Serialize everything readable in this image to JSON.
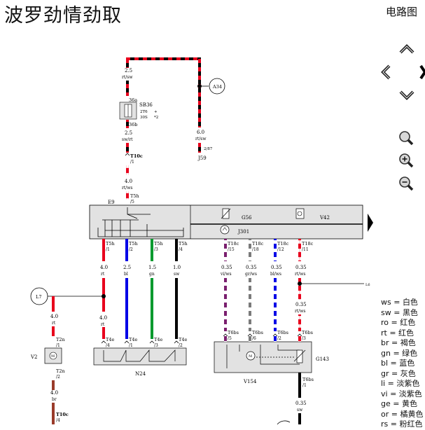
{
  "header": {
    "title": "波罗劲情劲取",
    "subtitle": "电路图"
  },
  "diagram": {
    "fuse_label": "SB36",
    "fuse_pin_a": "36a",
    "fuse_pin_b": "36b",
    "fuse_note1": "2T6",
    "fuse_note2": "30S",
    "fuse_note_suffix1": "+",
    "fuse_note_suffix2": "*2",
    "wire_top_size": "2.5",
    "wire_top_color": "rt/sw",
    "wire_fuse_size": "2.5",
    "wire_fuse_color": "sw/rt",
    "conn_t10c": "T10c",
    "conn_t10c_pin": "/1",
    "wire_40_size": "4.0",
    "wire_40_color": "rt/ws",
    "node_a34": "A34",
    "wire_j59_size": "6.0",
    "wire_j59_color": "rt/sw",
    "j59_note": "2/87",
    "j59": "J59",
    "e9": "E9",
    "t5h_top": "T5h",
    "t5h_top_pin": "/5",
    "g56": "G56",
    "v42": "V42",
    "j301": "J301",
    "pins_t5h": [
      {
        "label": "T5h",
        "pin": "/1",
        "size": "4.0",
        "color": "rt"
      },
      {
        "label": "T5h",
        "pin": "/2",
        "size": "2.5",
        "color": "bl"
      },
      {
        "label": "T5h",
        "pin": "/3",
        "size": "1.5",
        "color": "gn"
      },
      {
        "label": "T5h",
        "pin": "/4",
        "size": "1.0",
        "color": "sw"
      }
    ],
    "pins_t18c": [
      {
        "label": "T18c",
        "pin": "/15",
        "size": "0.35",
        "color": "vi/ws"
      },
      {
        "label": "T18c",
        "pin": "/18",
        "size": "0.35",
        "color": "gr/ws"
      },
      {
        "label": "T18c",
        "pin": "/12",
        "size": "0.35",
        "color": "bl/ws"
      },
      {
        "label": "T18c",
        "pin": "/11",
        "size": "0.35",
        "color": "rt/ws"
      }
    ],
    "l7": "L7",
    "l6": "L6",
    "wire_l7_size": "4.0",
    "wire_l7_color": "rt",
    "wire_mid_size": "4.0",
    "wire_mid_color": "rt",
    "wire_g143_size": "0.35",
    "wire_g143_color": "rt/ws",
    "t2n_top": "T2n",
    "t2n_top_pin": "/1",
    "t2n_bot": "T2n",
    "t2n_bot_pin": "/2",
    "v2": "V2",
    "wire_v2_size": "4.0",
    "wire_v2_color": "br",
    "t10c_bottom": "T10c",
    "t10c_bottom_pin": "/4",
    "t4e": [
      {
        "label": "T4e",
        "pin": "/4"
      },
      {
        "label": "T4e",
        "pin": "/1"
      },
      {
        "label": "T4e",
        "pin": "/3"
      },
      {
        "label": "T4e",
        "pin": "/2"
      }
    ],
    "n24": "N24",
    "t6bs": [
      {
        "label": "T6bs",
        "pin": "/5"
      },
      {
        "label": "T6bs",
        "pin": "/6"
      },
      {
        "label": "T6bs",
        "pin": "/2"
      },
      {
        "label": "T6bs",
        "pin": "/3"
      }
    ],
    "v154": "V154",
    "g143": "G143",
    "t6bs_bottom": "T6bs",
    "t6bs_bottom_pin": "/1",
    "wire_bottom_size": "0.35",
    "wire_bottom_color": "sw"
  },
  "legend": [
    "ws = 白色",
    "sw = 黑色",
    "ro = 红色",
    "rt = 红色",
    "br = 褐色",
    "gn = 绿色",
    "bl = 蓝色",
    "gr = 灰色",
    "li = 淡紫色",
    "vi = 淡紫色",
    "ge = 黄色",
    "or = 橘黄色",
    "rs = 粉红色"
  ],
  "colors": {
    "red": "#e8001c",
    "black": "#000000",
    "blue": "#0000e6",
    "green": "#009a2e",
    "violet": "#7a1f6e",
    "gray": "#8a8a8a",
    "brown": "#9a3b2a",
    "box_fill": "#e2e2e2"
  },
  "nav": {
    "up_icon": "chevron-up-icon",
    "left_icon": "chevron-left-icon",
    "right_icon": "chevron-right-icon",
    "down_icon": "chevron-down-icon",
    "search_icon": "search-icon",
    "zoom_in_icon": "zoom-in-icon",
    "zoom_out_icon": "zoom-out-icon"
  }
}
